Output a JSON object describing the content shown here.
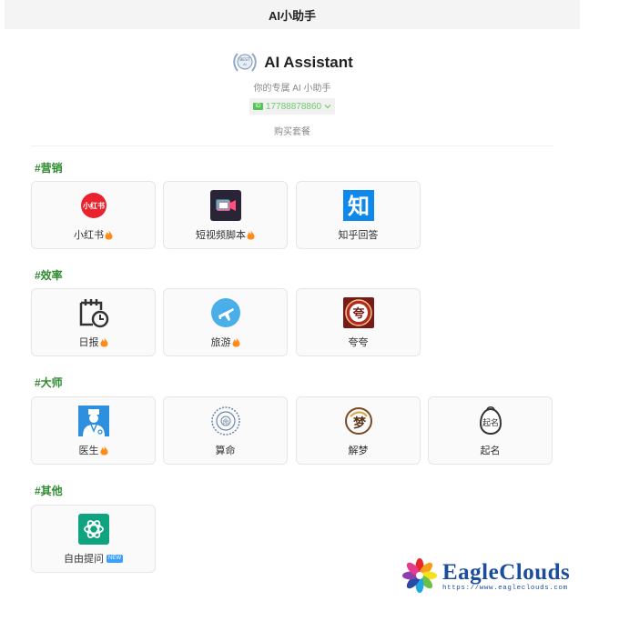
{
  "topbar": {
    "title": "AI小助手"
  },
  "header": {
    "brand_name": "AI Assistant",
    "tagline": "你的专属 AI 小助手",
    "phone": "17788878860",
    "buy_label": "购买套餐"
  },
  "sections": [
    {
      "title": "#营销",
      "cards": [
        {
          "label": "小红书",
          "icon": "xiaohongshu-icon",
          "hot": true
        },
        {
          "label": "短视频脚本",
          "icon": "video-icon",
          "hot": true
        },
        {
          "label": "知乎回答",
          "icon": "zhihu-icon",
          "hot": false
        }
      ]
    },
    {
      "title": "#效率",
      "cards": [
        {
          "label": "日报",
          "icon": "calendar-clock-icon",
          "hot": true
        },
        {
          "label": "旅游",
          "icon": "airplane-icon",
          "hot": true
        },
        {
          "label": "夸夸",
          "icon": "kuakua-icon",
          "hot": false
        }
      ]
    },
    {
      "title": "#大师",
      "cards": [
        {
          "label": "医生",
          "icon": "doctor-icon",
          "hot": true
        },
        {
          "label": "算命",
          "icon": "fortune-icon",
          "hot": false
        },
        {
          "label": "解梦",
          "icon": "dream-icon",
          "hot": false
        },
        {
          "label": "起名",
          "icon": "naming-icon",
          "hot": false
        }
      ]
    },
    {
      "title": "#其他",
      "cards": [
        {
          "label": "自由提问",
          "icon": "chatgpt-icon",
          "hot": false,
          "badge": "NEW"
        }
      ]
    }
  ],
  "watermark": {
    "name": "EagleClouds",
    "url": "https://www.eagleclouds.com"
  },
  "colors": {
    "section_title": "#2e8b2e",
    "accent_green": "#53c553",
    "watermark_blue": "#1c4d9c"
  }
}
